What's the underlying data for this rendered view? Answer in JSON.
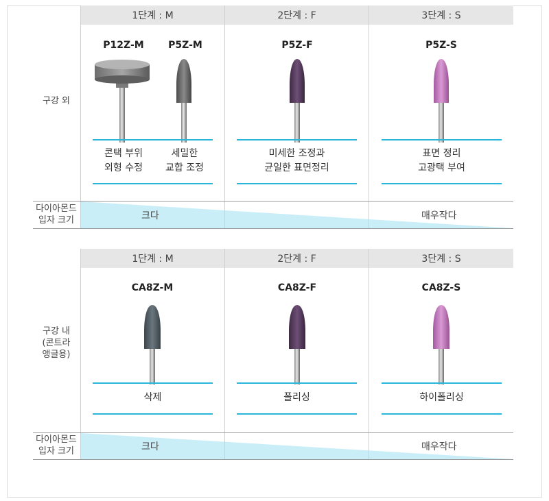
{
  "section1": {
    "row_label": "구강 외",
    "headers": [
      "1단계 : M",
      "2단계 : F",
      "3단계 : S"
    ],
    "products": [
      {
        "code": "P12Z-M",
        "desc": [
          "콘택 부위",
          "외형 수정"
        ]
      },
      {
        "code": "P5Z-M",
        "desc": [
          "세밀한",
          "교합 조정"
        ]
      },
      {
        "code": "P5Z-F",
        "desc": [
          "미세한 조정과",
          "균일한 표면정리"
        ]
      },
      {
        "code": "P5Z-S",
        "desc": [
          "표면 정리",
          "고광택 부여"
        ]
      }
    ],
    "grain": {
      "label": [
        "다이아몬드",
        "입자 크기"
      ],
      "large": "크다",
      "small": "매우작다"
    }
  },
  "section2": {
    "row_label": [
      "구강 내",
      "(콘트라",
      "앵글용)"
    ],
    "headers": [
      "1단계 : M",
      "2단계 : F",
      "3단계 : S"
    ],
    "products": [
      {
        "code": "CA8Z-M",
        "desc": [
          "삭제"
        ]
      },
      {
        "code": "CA8Z-F",
        "desc": [
          "폴리싱"
        ]
      },
      {
        "code": "CA8Z-S",
        "desc": [
          "하이폴리싱"
        ]
      }
    ],
    "grain": {
      "label": [
        "다이아몬드",
        "입자 크기"
      ],
      "large": "크다",
      "small": "매우작다"
    }
  },
  "colors": {
    "accent_line": "#29b6dc",
    "wedge": "#c9eef8",
    "header_bg": "#e6e6e6",
    "grit_medium": "#6e6e6e",
    "grit_fine": "#5c3f63",
    "grit_superfine": "#c87cc3",
    "grit_medium_ca": "#4f5a60"
  }
}
